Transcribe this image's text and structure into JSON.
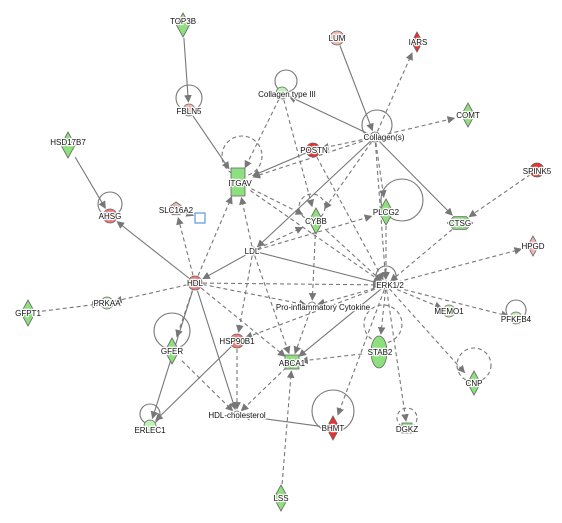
{
  "colors": {
    "up_strong": "#e8322f",
    "up_medium": "#f07a77",
    "up_light": "#f4b5b2",
    "down_strong": "#8ee07f",
    "down_light": "#bff0b4",
    "neutral": "#ffffff",
    "edge": "#777777",
    "node_outline": "#666666",
    "transporter_outline": "#5b9bd5"
  },
  "nodes": [
    {
      "id": "TOP3B",
      "label": "TOP3B",
      "shape": "diamond",
      "color": "down_strong"
    },
    {
      "id": "LUM",
      "label": "LUM",
      "shape": "circle",
      "color": "up_light"
    },
    {
      "id": "IARS",
      "label": "IARS",
      "shape": "diamond",
      "color": "up_strong"
    },
    {
      "id": "COMT",
      "label": "COMT",
      "shape": "diamond",
      "color": "down_strong"
    },
    {
      "id": "FBLN5",
      "label": "FBLN5",
      "shape": "circle",
      "color": "up_light"
    },
    {
      "id": "COL3",
      "label": "Collagen type III",
      "shape": "circle",
      "color": "down_light"
    },
    {
      "id": "COLS",
      "label": "Collagen(s)",
      "shape": "circle",
      "color": "neutral"
    },
    {
      "id": "POSTN",
      "label": "POSTN",
      "shape": "circle",
      "color": "up_strong"
    },
    {
      "id": "SPINK5",
      "label": "SPINK5",
      "shape": "circle",
      "color": "up_strong"
    },
    {
      "id": "HSD17B7",
      "label": "HSD17B7",
      "shape": "diamond",
      "color": "down_strong"
    },
    {
      "id": "ITGAV",
      "label": "ITGAV",
      "shape": "rect",
      "color": "down_strong"
    },
    {
      "id": "AHSG",
      "label": "AHSG",
      "shape": "circle",
      "color": "up_medium"
    },
    {
      "id": "SLC16A2",
      "label": "SLC16A2",
      "shape": "pentagon",
      "color": "up_light"
    },
    {
      "id": "TRANSP",
      "label": "",
      "shape": "transporter",
      "color": "neutral"
    },
    {
      "id": "CYBB",
      "label": "CYBB",
      "shape": "diamond",
      "color": "down_strong"
    },
    {
      "id": "PLCG2",
      "label": "PLCG2",
      "shape": "diamond",
      "color": "down_strong"
    },
    {
      "id": "CTSG",
      "label": "CTSG",
      "shape": "hexagon",
      "color": "down_strong"
    },
    {
      "id": "HPGD",
      "label": "HPGD",
      "shape": "diamond",
      "color": "up_light"
    },
    {
      "id": "LDL",
      "label": "LDL",
      "shape": "circle",
      "color": "neutral"
    },
    {
      "id": "HDL",
      "label": "HDL",
      "shape": "circle",
      "color": "up_medium"
    },
    {
      "id": "ERK12",
      "label": "ERK1/2",
      "shape": "circle",
      "color": "neutral"
    },
    {
      "id": "GFPT1",
      "label": "GFPT1",
      "shape": "diamond",
      "color": "down_strong"
    },
    {
      "id": "PRKAA",
      "label": "PRKAA",
      "shape": "circle",
      "color": "down_light"
    },
    {
      "id": "PROINF",
      "label": "Pro-inflammatory Cytokine",
      "shape": "circle",
      "color": "neutral"
    },
    {
      "id": "MEMO1",
      "label": "MEMO1",
      "shape": "circle",
      "color": "down_light"
    },
    {
      "id": "PFKFB4",
      "label": "PFKFB4",
      "shape": "circle",
      "color": "down_light"
    },
    {
      "id": "GFER",
      "label": "GFER",
      "shape": "diamond",
      "color": "down_strong"
    },
    {
      "id": "HSP90B1",
      "label": "HSP90B1",
      "shape": "circle",
      "color": "up_medium"
    },
    {
      "id": "ABCA1",
      "label": "ABCA1",
      "shape": "rect",
      "color": "down_strong"
    },
    {
      "id": "STAB2",
      "label": "STAB2",
      "shape": "ellipse",
      "color": "down_strong"
    },
    {
      "id": "CNP",
      "label": "CNP",
      "shape": "diamond",
      "color": "down_strong"
    },
    {
      "id": "HDLC",
      "label": "HDL-cholesterol",
      "shape": "circle",
      "color": "neutral"
    },
    {
      "id": "BHMT",
      "label": "BHMT",
      "shape": "diamond",
      "color": "up_strong"
    },
    {
      "id": "DGKZ",
      "label": "DGKZ",
      "shape": "rect",
      "color": "down_strong"
    },
    {
      "id": "ERLEC1",
      "label": "ERLEC1",
      "shape": "circle",
      "color": "down_light"
    },
    {
      "id": "LSS",
      "label": "LSS",
      "shape": "diamond",
      "color": "down_strong"
    }
  ],
  "edges": [
    {
      "from": "TOP3B",
      "to": "FBLN5",
      "style": "solid"
    },
    {
      "from": "FBLN5",
      "to": "ITGAV",
      "style": "solid"
    },
    {
      "from": "LUM",
      "to": "COLS",
      "style": "solid"
    },
    {
      "from": "COLS",
      "to": "IARS",
      "style": "dashed"
    },
    {
      "from": "COLS",
      "to": "COMT",
      "style": "dashed"
    },
    {
      "from": "COLS",
      "to": "COL3",
      "style": "solid"
    },
    {
      "from": "COLS",
      "to": "POSTN",
      "style": "dashed"
    },
    {
      "from": "COLS",
      "to": "CTSG",
      "style": "solid"
    },
    {
      "from": "COLS",
      "to": "PLCG2",
      "style": "dashed"
    },
    {
      "from": "COLS",
      "to": "CYBB",
      "style": "dashed"
    },
    {
      "from": "COLS",
      "to": "ITGAV",
      "style": "dashed"
    },
    {
      "from": "COLS",
      "to": "ERK12",
      "style": "dashed"
    },
    {
      "from": "COLS",
      "to": "LDL",
      "style": "solid"
    },
    {
      "from": "COL3",
      "to": "ITGAV",
      "style": "dashed"
    },
    {
      "from": "COL3",
      "to": "CYBB",
      "style": "dashed"
    },
    {
      "from": "POSTN",
      "to": "ITGAV",
      "style": "solid"
    },
    {
      "from": "POSTN",
      "to": "ERK12",
      "style": "dashed"
    },
    {
      "from": "HSD17B7",
      "to": "AHSG",
      "style": "solid"
    },
    {
      "from": "HDL",
      "to": "AHSG",
      "style": "solid"
    },
    {
      "from": "HDL",
      "to": "ITGAV",
      "style": "dashed"
    },
    {
      "from": "HDL",
      "to": "PRKAA",
      "style": "dashed"
    },
    {
      "from": "HDL",
      "to": "SLC16A2",
      "style": "dashed"
    },
    {
      "from": "HDL",
      "to": "HDLC",
      "style": "solid"
    },
    {
      "from": "HDL",
      "to": "ERK12",
      "style": "dashed"
    },
    {
      "from": "HDL",
      "to": "ABCA1",
      "style": "dashed"
    },
    {
      "from": "HDL",
      "to": "GFER",
      "style": "dashed"
    },
    {
      "from": "HDL",
      "to": "ERLEC1",
      "style": "solid"
    },
    {
      "from": "HDL",
      "to": "PROINF",
      "style": "dashed"
    },
    {
      "from": "SLC16A2",
      "to": "TRANSP",
      "style": "dashed"
    },
    {
      "from": "LDL",
      "to": "ITGAV",
      "style": "dashed"
    },
    {
      "from": "LDL",
      "to": "CYBB",
      "style": "dashed"
    },
    {
      "from": "LDL",
      "to": "PLCG2",
      "style": "dashed"
    },
    {
      "from": "LDL",
      "to": "ERK12",
      "style": "solid"
    },
    {
      "from": "LDL",
      "to": "HSP90B1",
      "style": "dashed"
    },
    {
      "from": "LDL",
      "to": "ABCA1",
      "style": "dashed"
    },
    {
      "from": "LDL",
      "to": "HDL",
      "style": "solid"
    },
    {
      "from": "ITGAV",
      "to": "ERK12",
      "style": "dashed"
    },
    {
      "from": "ITGAV",
      "to": "CYBB",
      "style": "dashed"
    },
    {
      "from": "CYBB",
      "to": "PROINF",
      "style": "dashed"
    },
    {
      "from": "CYBB",
      "to": "ERK12",
      "style": "dashed"
    },
    {
      "from": "PLCG2",
      "to": "ERK12",
      "style": "dashed"
    },
    {
      "from": "CTSG",
      "to": "ERK12",
      "style": "dashed"
    },
    {
      "from": "SPINK5",
      "to": "CTSG",
      "style": "dashed"
    },
    {
      "from": "ERK12",
      "to": "HPGD",
      "style": "dashed"
    },
    {
      "from": "ERK12",
      "to": "PFKFB4",
      "style": "dashed"
    },
    {
      "from": "ERK12",
      "to": "MEMO1",
      "style": "dashed"
    },
    {
      "from": "ERK12",
      "to": "CNP",
      "style": "dashed"
    },
    {
      "from": "ERK12",
      "to": "DGKZ",
      "style": "dashed"
    },
    {
      "from": "ERK12",
      "to": "STAB2",
      "style": "dashed"
    },
    {
      "from": "ERK12",
      "to": "PROINF",
      "style": "dashed"
    },
    {
      "from": "ERK12",
      "to": "HSP90B1",
      "style": "dashed"
    },
    {
      "from": "ERK12",
      "to": "ABCA1",
      "style": "solid"
    },
    {
      "from": "ERK12",
      "to": "BHMT",
      "style": "dashed"
    },
    {
      "from": "PROINF",
      "to": "ABCA1",
      "style": "dashed"
    },
    {
      "from": "GFPT1",
      "to": "PRKAA",
      "style": "dashed"
    },
    {
      "from": "GFER",
      "to": "HDLC",
      "style": "dashed"
    },
    {
      "from": "HSP90B1",
      "to": "ERLEC1",
      "style": "solid"
    },
    {
      "from": "ABCA1",
      "to": "HDLC",
      "style": "dashed"
    },
    {
      "from": "STAB2",
      "to": "ABCA1",
      "style": "dashed"
    },
    {
      "from": "BHMT",
      "to": "HDLC",
      "style": "solid"
    },
    {
      "from": "LSS",
      "to": "ABCA1",
      "style": "dashed"
    },
    {
      "from": "HSP90B1",
      "to": "HDLC",
      "style": "dashed"
    }
  ],
  "self_loops": [
    {
      "node": "FBLN5",
      "style": "solid"
    },
    {
      "node": "COL3",
      "style": "solid"
    },
    {
      "node": "COLS",
      "style": "solid"
    },
    {
      "node": "ITGAV",
      "style": "dashed"
    },
    {
      "node": "AHSG",
      "style": "solid"
    },
    {
      "node": "CYBB",
      "style": "dashed"
    },
    {
      "node": "PLCG2",
      "style": "solid"
    },
    {
      "node": "ERK12",
      "style": "solid"
    },
    {
      "node": "PFKFB4",
      "style": "solid"
    },
    {
      "node": "GFER",
      "style": "solid"
    },
    {
      "node": "STAB2",
      "style": "dashed"
    },
    {
      "node": "CNP",
      "style": "dashed"
    },
    {
      "node": "BHMT",
      "style": "solid"
    },
    {
      "node": "DGKZ",
      "style": "dashed"
    },
    {
      "node": "ERLEC1",
      "style": "solid"
    }
  ]
}
